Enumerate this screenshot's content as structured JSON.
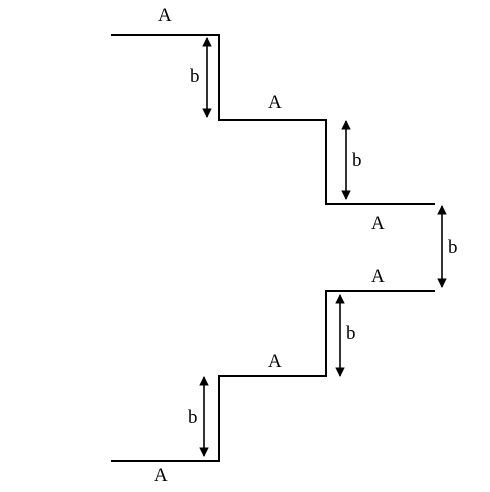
{
  "diagram": {
    "upper_tread_labels": [
      "A",
      "A",
      "A"
    ],
    "lower_tread_labels": [
      "A",
      "A",
      "A"
    ],
    "rise_labels": [
      "b",
      "b",
      "b",
      "b",
      "b"
    ]
  }
}
